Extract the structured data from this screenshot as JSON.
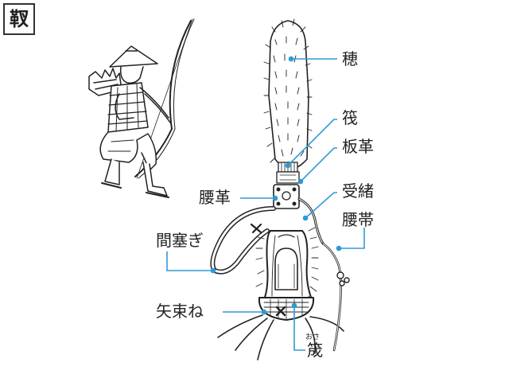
{
  "title": "靫",
  "colors": {
    "leader": "#2f9ad6",
    "ink": "#222222",
    "background": "#ffffff"
  },
  "labels": {
    "ho": "穂",
    "ikada": "筏",
    "itagawa": "板革",
    "koshigawa": "腰革",
    "ukeo": "受緒",
    "koshiobi": "腰帯",
    "mafusagi": "間塞ぎ",
    "yatabane": "矢束ね",
    "osa": "筬",
    "osa_reading": "おさ"
  }
}
